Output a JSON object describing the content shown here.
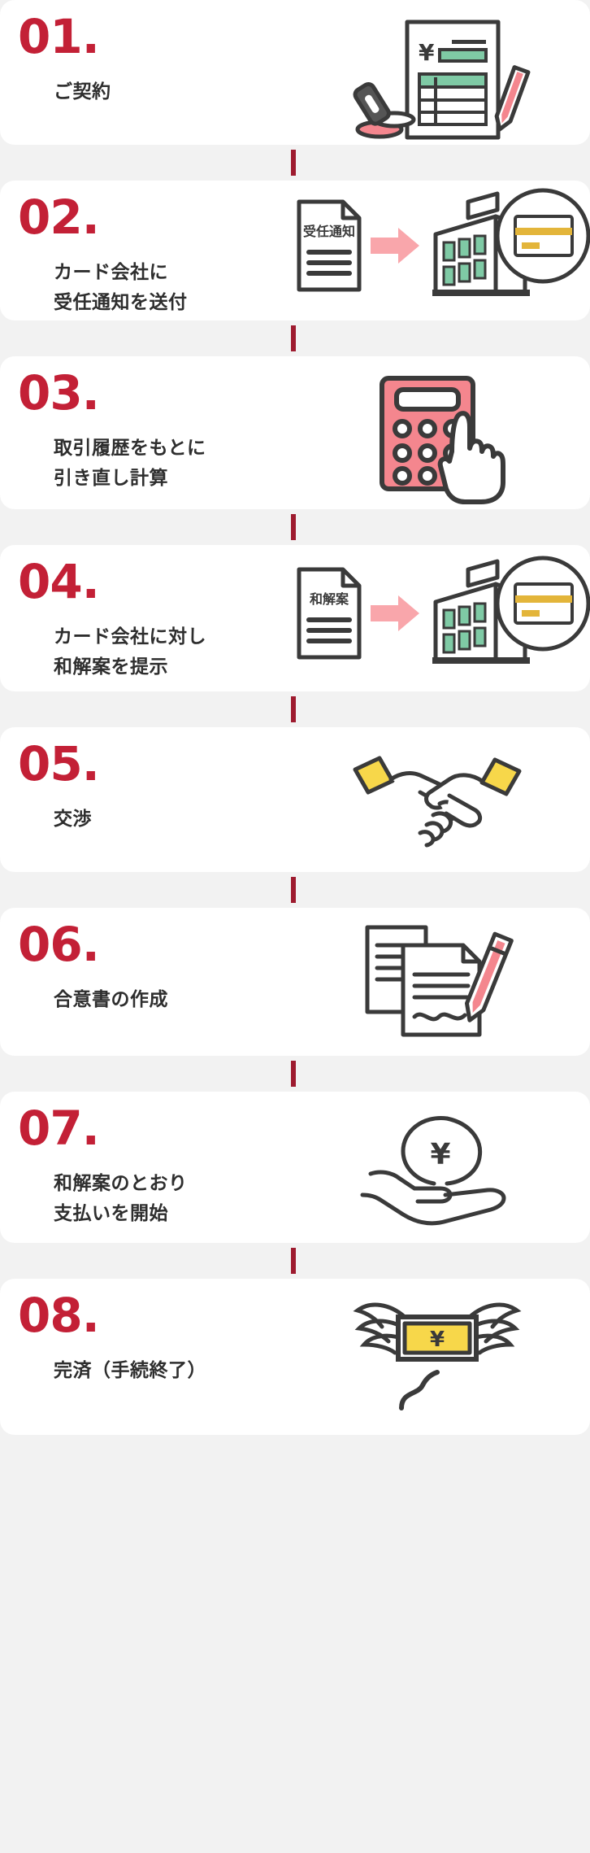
{
  "theme": {
    "page_bg": "#f2f2f2",
    "card_bg": "#ffffff",
    "number_color": "#c32036",
    "connector_color": "#9e1b2f",
    "text_color": "#2e2e2e",
    "ink": "#3a3a3a",
    "green": "#7fcaa5",
    "pink": "#f4868e",
    "salmon": "#f9a6ab",
    "yellow": "#f7d74a",
    "gold": "#e3b53a"
  },
  "steps": [
    {
      "number": "01.",
      "label": "ご契約",
      "icon": "contract-document-stamp-pen-icon",
      "icon_texts": {
        "currency": "¥"
      }
    },
    {
      "number": "02.",
      "label": "カード会社に\n受任通知を送付",
      "icon": "notice-to-card-company-icon",
      "icon_texts": {
        "document_label": "受任通知"
      }
    },
    {
      "number": "03.",
      "label": "取引履歴をもとに\n引き直し計算",
      "icon": "calculator-hand-icon",
      "icon_texts": {}
    },
    {
      "number": "04.",
      "label": "カード会社に対し\n和解案を提示",
      "icon": "settlement-proposal-to-card-company-icon",
      "icon_texts": {
        "document_label": "和解案"
      }
    },
    {
      "number": "05.",
      "label": "交渉",
      "icon": "handshake-icon",
      "icon_texts": {}
    },
    {
      "number": "06.",
      "label": "合意書の作成",
      "icon": "agreement-documents-pen-icon",
      "icon_texts": {}
    },
    {
      "number": "07.",
      "label": "和解案のとおり\n支払いを開始",
      "icon": "hand-holding-yen-icon",
      "icon_texts": {
        "currency": "¥"
      }
    },
    {
      "number": "08.",
      "label": "完済（手続終了）",
      "icon": "winged-yen-note-icon",
      "icon_texts": {
        "currency": "¥"
      }
    }
  ]
}
